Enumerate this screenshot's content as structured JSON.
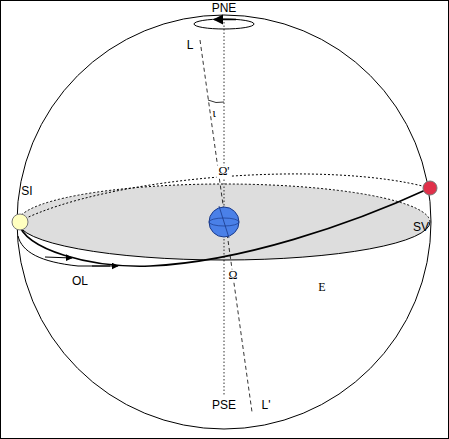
{
  "diagram": {
    "labels": [
      "L",
      "PNE",
      "ι",
      "Ω'",
      "SI",
      "SV",
      "OL",
      "Ω",
      "E",
      "PSE",
      "L'"
    ]
  }
}
